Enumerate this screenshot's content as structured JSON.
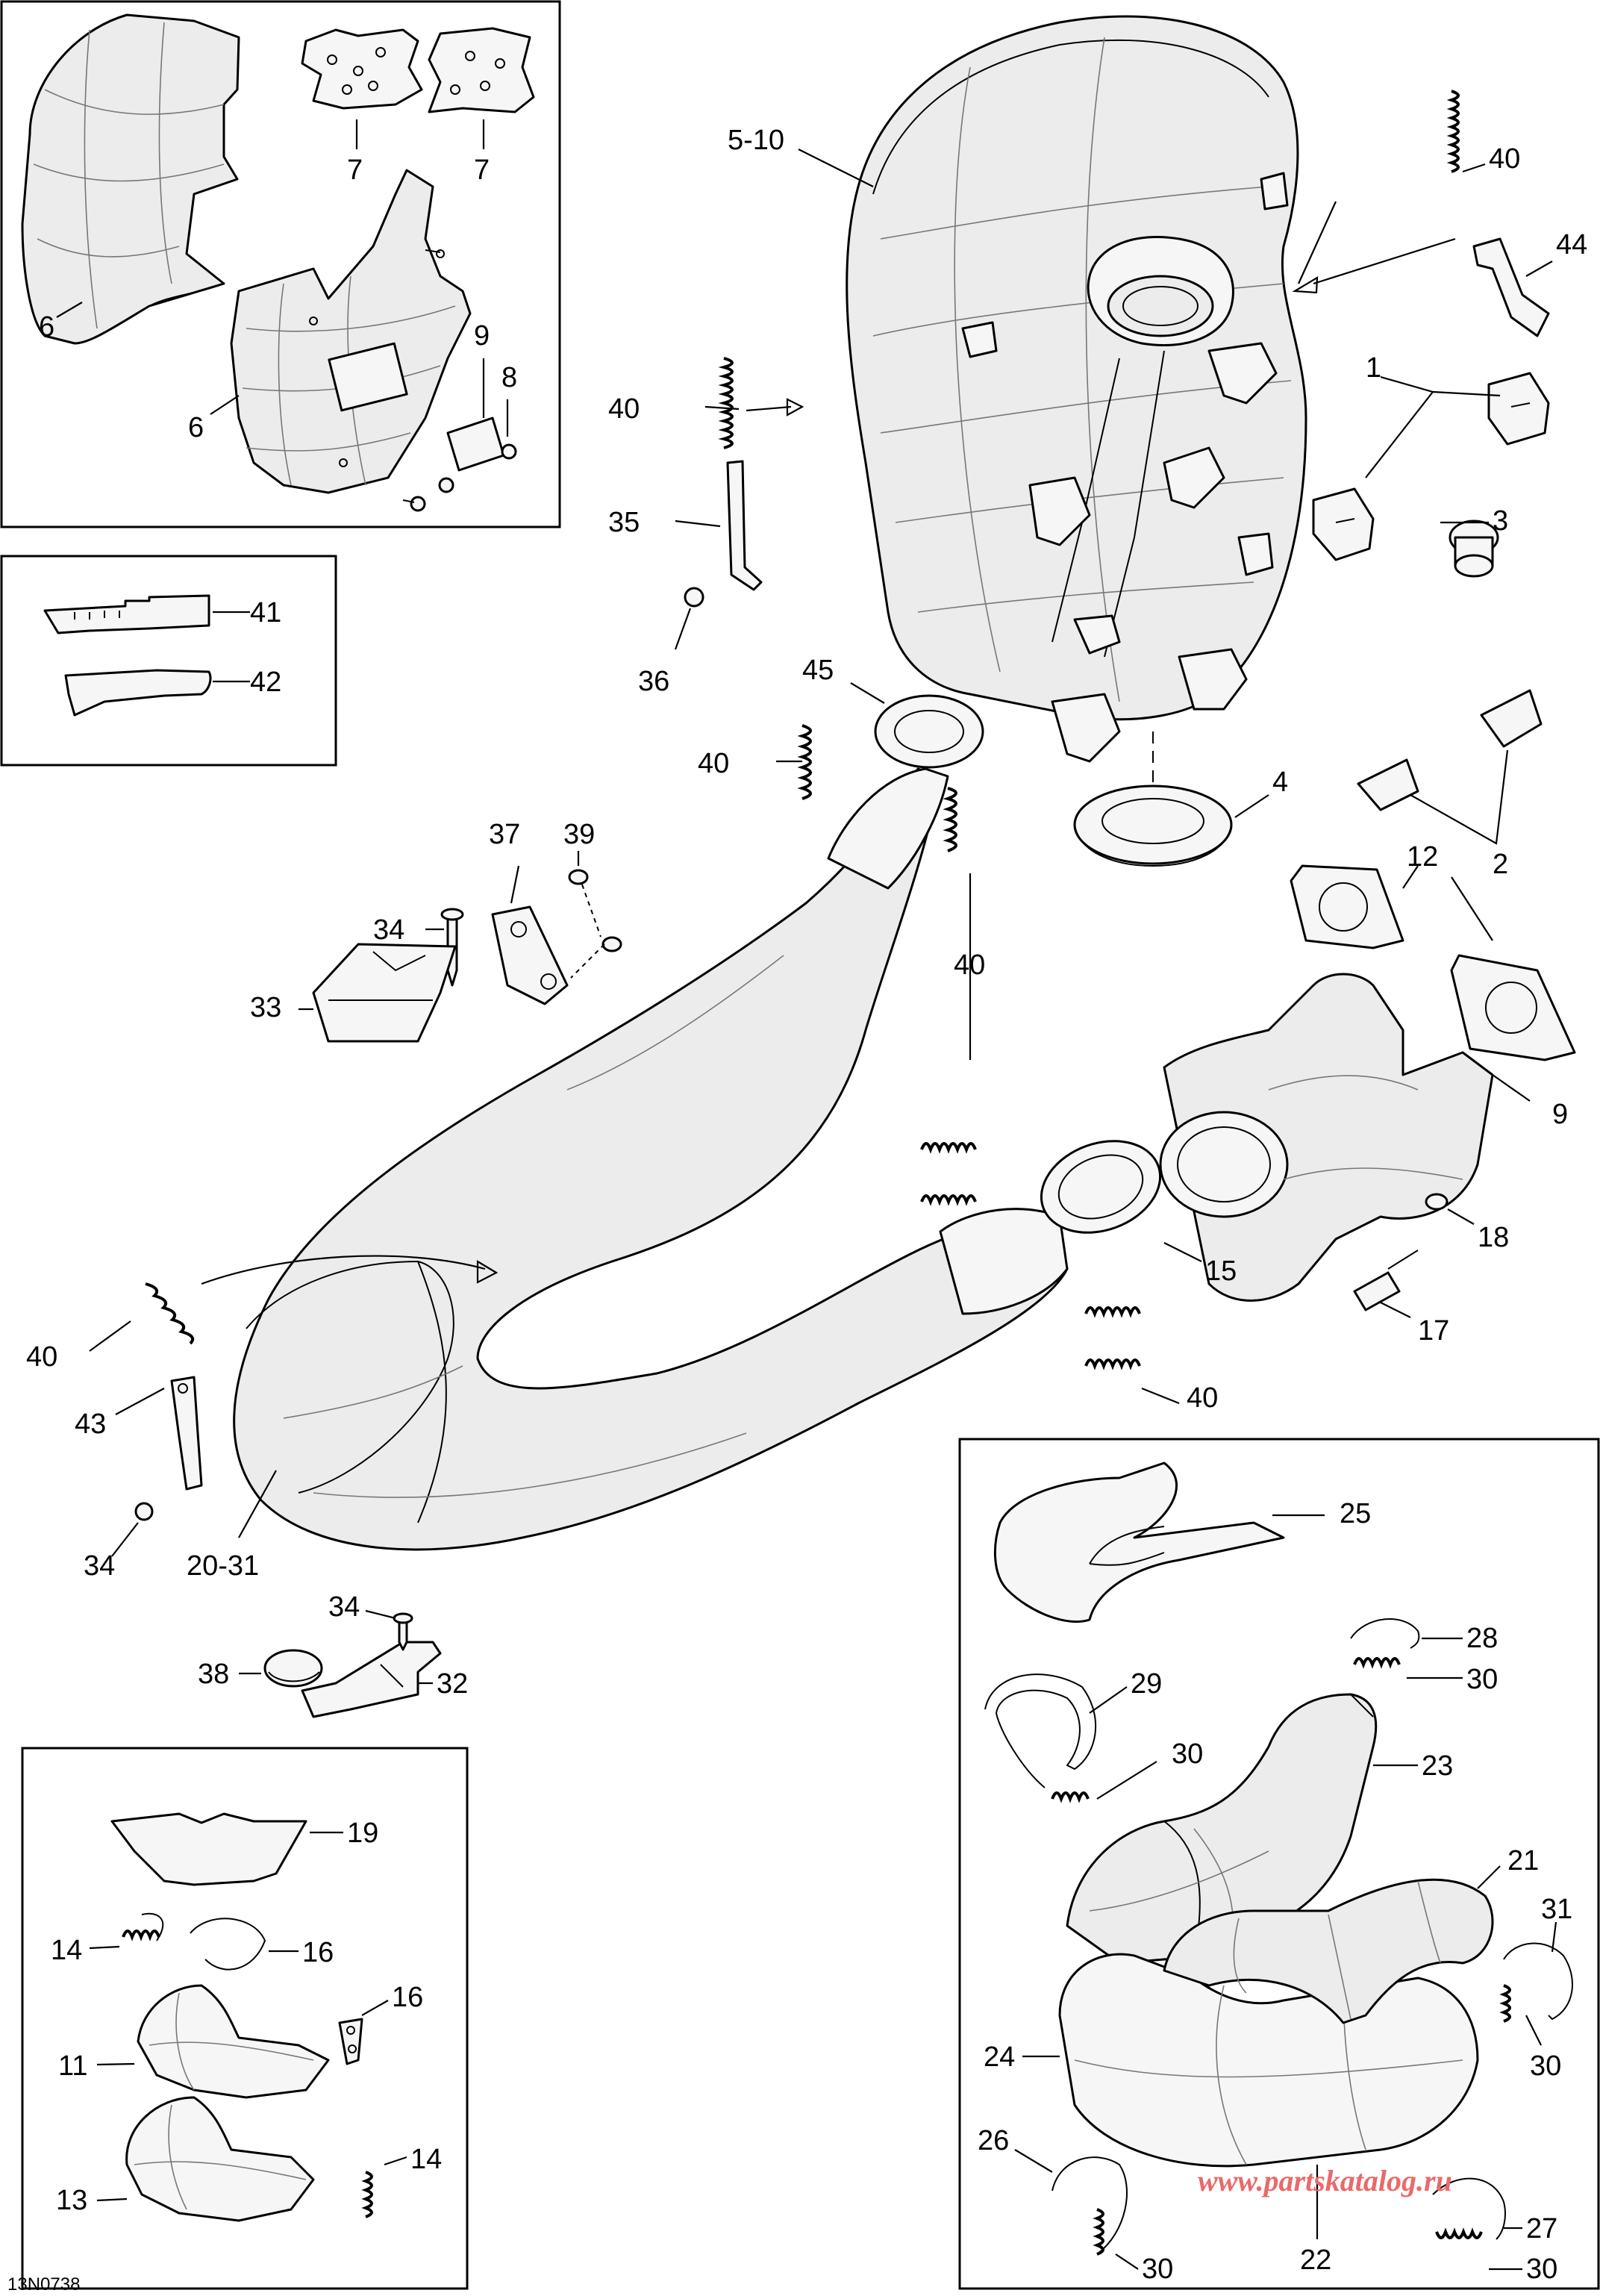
{
  "drawing_code": "13N0738",
  "watermark": "www.partskatalog.ru",
  "colors": {
    "line": "#000000",
    "fill": "#ececec",
    "watermark": "#e96a6a"
  },
  "callouts": {
    "c1": "1",
    "c2": "2",
    "c3": "3",
    "c4": "4",
    "c5_10": "5-10",
    "c6a": "6",
    "c6b": "6",
    "c7a": "7",
    "c7b": "7",
    "c8": "8",
    "c9a": "9",
    "c9b": "9",
    "c11": "11",
    "c12": "12",
    "c13": "13",
    "c14a": "14",
    "c14b": "14",
    "c15": "15",
    "c16a": "16",
    "c16b": "16",
    "c17": "17",
    "c18": "18",
    "c19": "19",
    "c20_31": "20-31",
    "c21": "21",
    "c22": "22",
    "c23": "23",
    "c24": "24",
    "c25": "25",
    "c26": "26",
    "c27": "27",
    "c28": "28",
    "c29": "29",
    "c30a": "30",
    "c30b": "30",
    "c30c": "30",
    "c30d": "30",
    "c30e": "30",
    "c31": "31",
    "c32": "32",
    "c33": "33",
    "c34a": "34",
    "c34b": "34",
    "c34c": "34",
    "c35": "35",
    "c36": "36",
    "c37": "37",
    "c38": "38",
    "c39": "39",
    "c40a": "40",
    "c40b": "40",
    "c40c": "40",
    "c40d": "40",
    "c40e": "40",
    "c40f": "40",
    "c41": "41",
    "c42": "42",
    "c43": "43",
    "c44": "44",
    "c45": "45"
  }
}
